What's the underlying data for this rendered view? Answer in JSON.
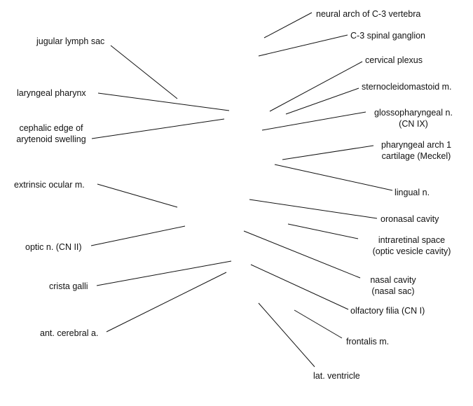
{
  "labels": {
    "jugular_lymph_sac": "jugular lymph sac",
    "laryngeal_pharynx": "laryngeal pharynx",
    "cephalic_edge_1": "cephalic edge of",
    "cephalic_edge_2": "arytenoid swelling",
    "extrinsic_ocular": "extrinsic ocular m.",
    "optic_n": "optic n. (CN II)",
    "crista_galli": "crista galli",
    "ant_cerebral": "ant. cerebral a.",
    "neural_arch": "neural arch of C-3 vertebra",
    "c3_ganglion": "C-3 spinal ganglion",
    "cervical_plexus": "cervical plexus",
    "sternocleidomastoid": "sternocleidomastoid m.",
    "glossopharyngeal_1": "glossopharyngeal n.",
    "glossopharyngeal_2": "(CN IX)",
    "pharyngeal_arch_1": "pharyngeal arch 1",
    "pharyngeal_arch_2": "cartilage (Meckel)",
    "lingual_n": "lingual n.",
    "oronasal_cavity": "oronasal cavity",
    "intraretinal_1": "intraretinal space",
    "intraretinal_2": "(optic vesicle cavity)",
    "nasal_cavity_1": "nasal cavity",
    "nasal_cavity_2": "(nasal sac)",
    "olfactory_filia": "olfactory filia (CN I)",
    "frontalis": "frontalis m.",
    "lat_ventricle": "lat. ventricle"
  }
}
